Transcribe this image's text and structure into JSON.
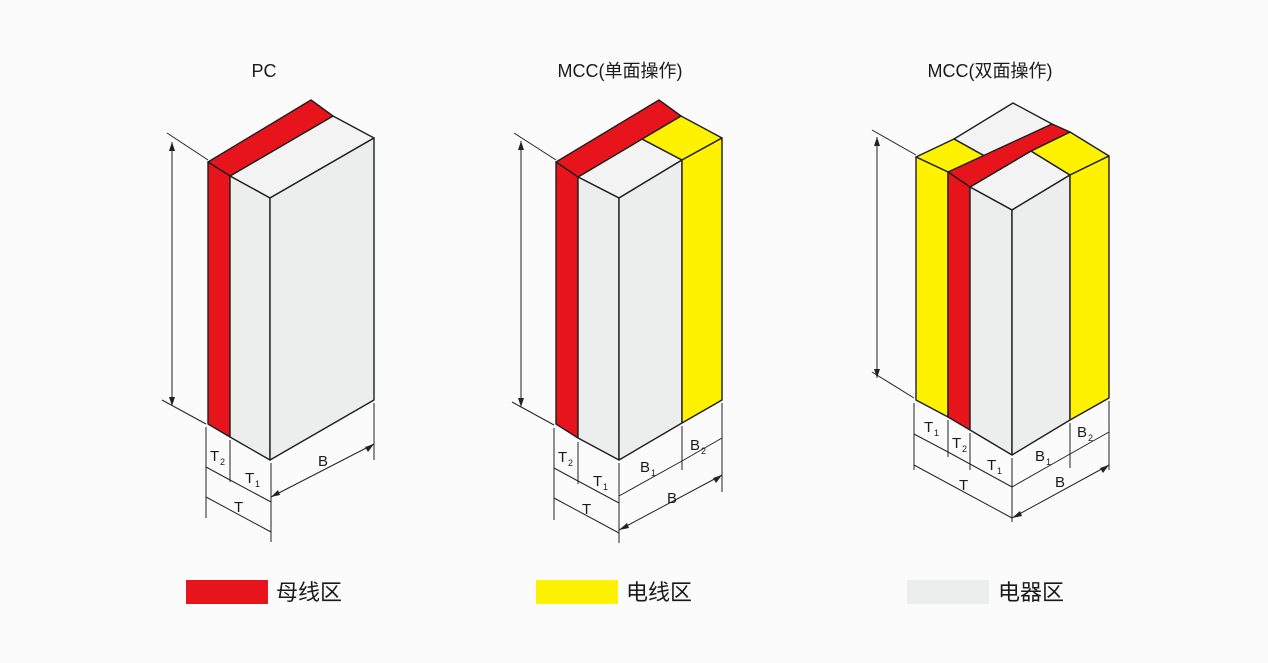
{
  "colors": {
    "busbar": "#e8141b",
    "cable": "#fff200",
    "device": "#eceded",
    "device_light": "#f3f3f3",
    "outline": "#1e1e1e"
  },
  "cabinets": [
    {
      "title": "PC",
      "dims": {
        "t2": "T",
        "t2_sub": "2",
        "t1": "T",
        "t1_sub": "1",
        "t": "T",
        "b": "B"
      }
    },
    {
      "title": "MCC(单面操作)",
      "dims": {
        "t2": "T",
        "t2_sub": "2",
        "t1": "T",
        "t1_sub": "1",
        "t": "T",
        "b1": "B",
        "b1_sub": "1",
        "b2": "B",
        "b2_sub": "2",
        "b": "B"
      }
    },
    {
      "title": "MCC(双面操作)",
      "dims": {
        "t1a": "T",
        "t1a_sub": "1",
        "t2": "T",
        "t2_sub": "2",
        "t1b": "T",
        "t1b_sub": "1",
        "t": "T",
        "b1": "B",
        "b1_sub": "1",
        "b2": "B",
        "b2_sub": "2",
        "b": "B"
      }
    }
  ],
  "legend": [
    {
      "label": "母线区",
      "color": "#e8141b"
    },
    {
      "label": "电线区",
      "color": "#fff200"
    },
    {
      "label": "电器区",
      "color": "#eceded"
    }
  ]
}
